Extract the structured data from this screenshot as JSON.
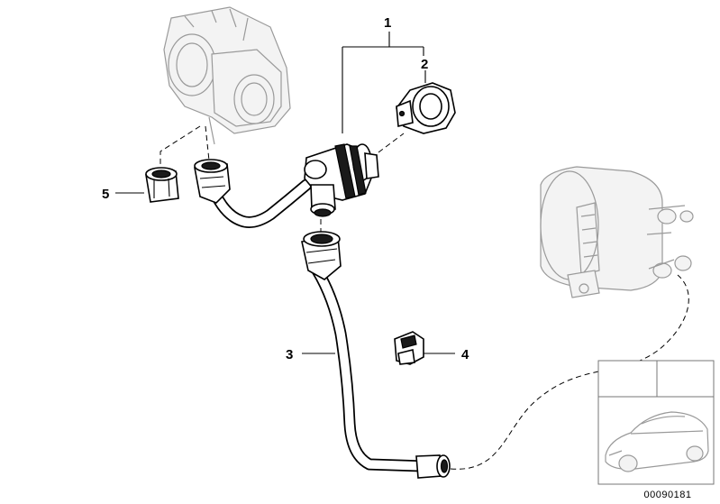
{
  "callouts": {
    "item1": "1",
    "item2": "2",
    "item3": "3",
    "item4": "4",
    "item5": "5"
  },
  "reference_number": "00090181"
}
